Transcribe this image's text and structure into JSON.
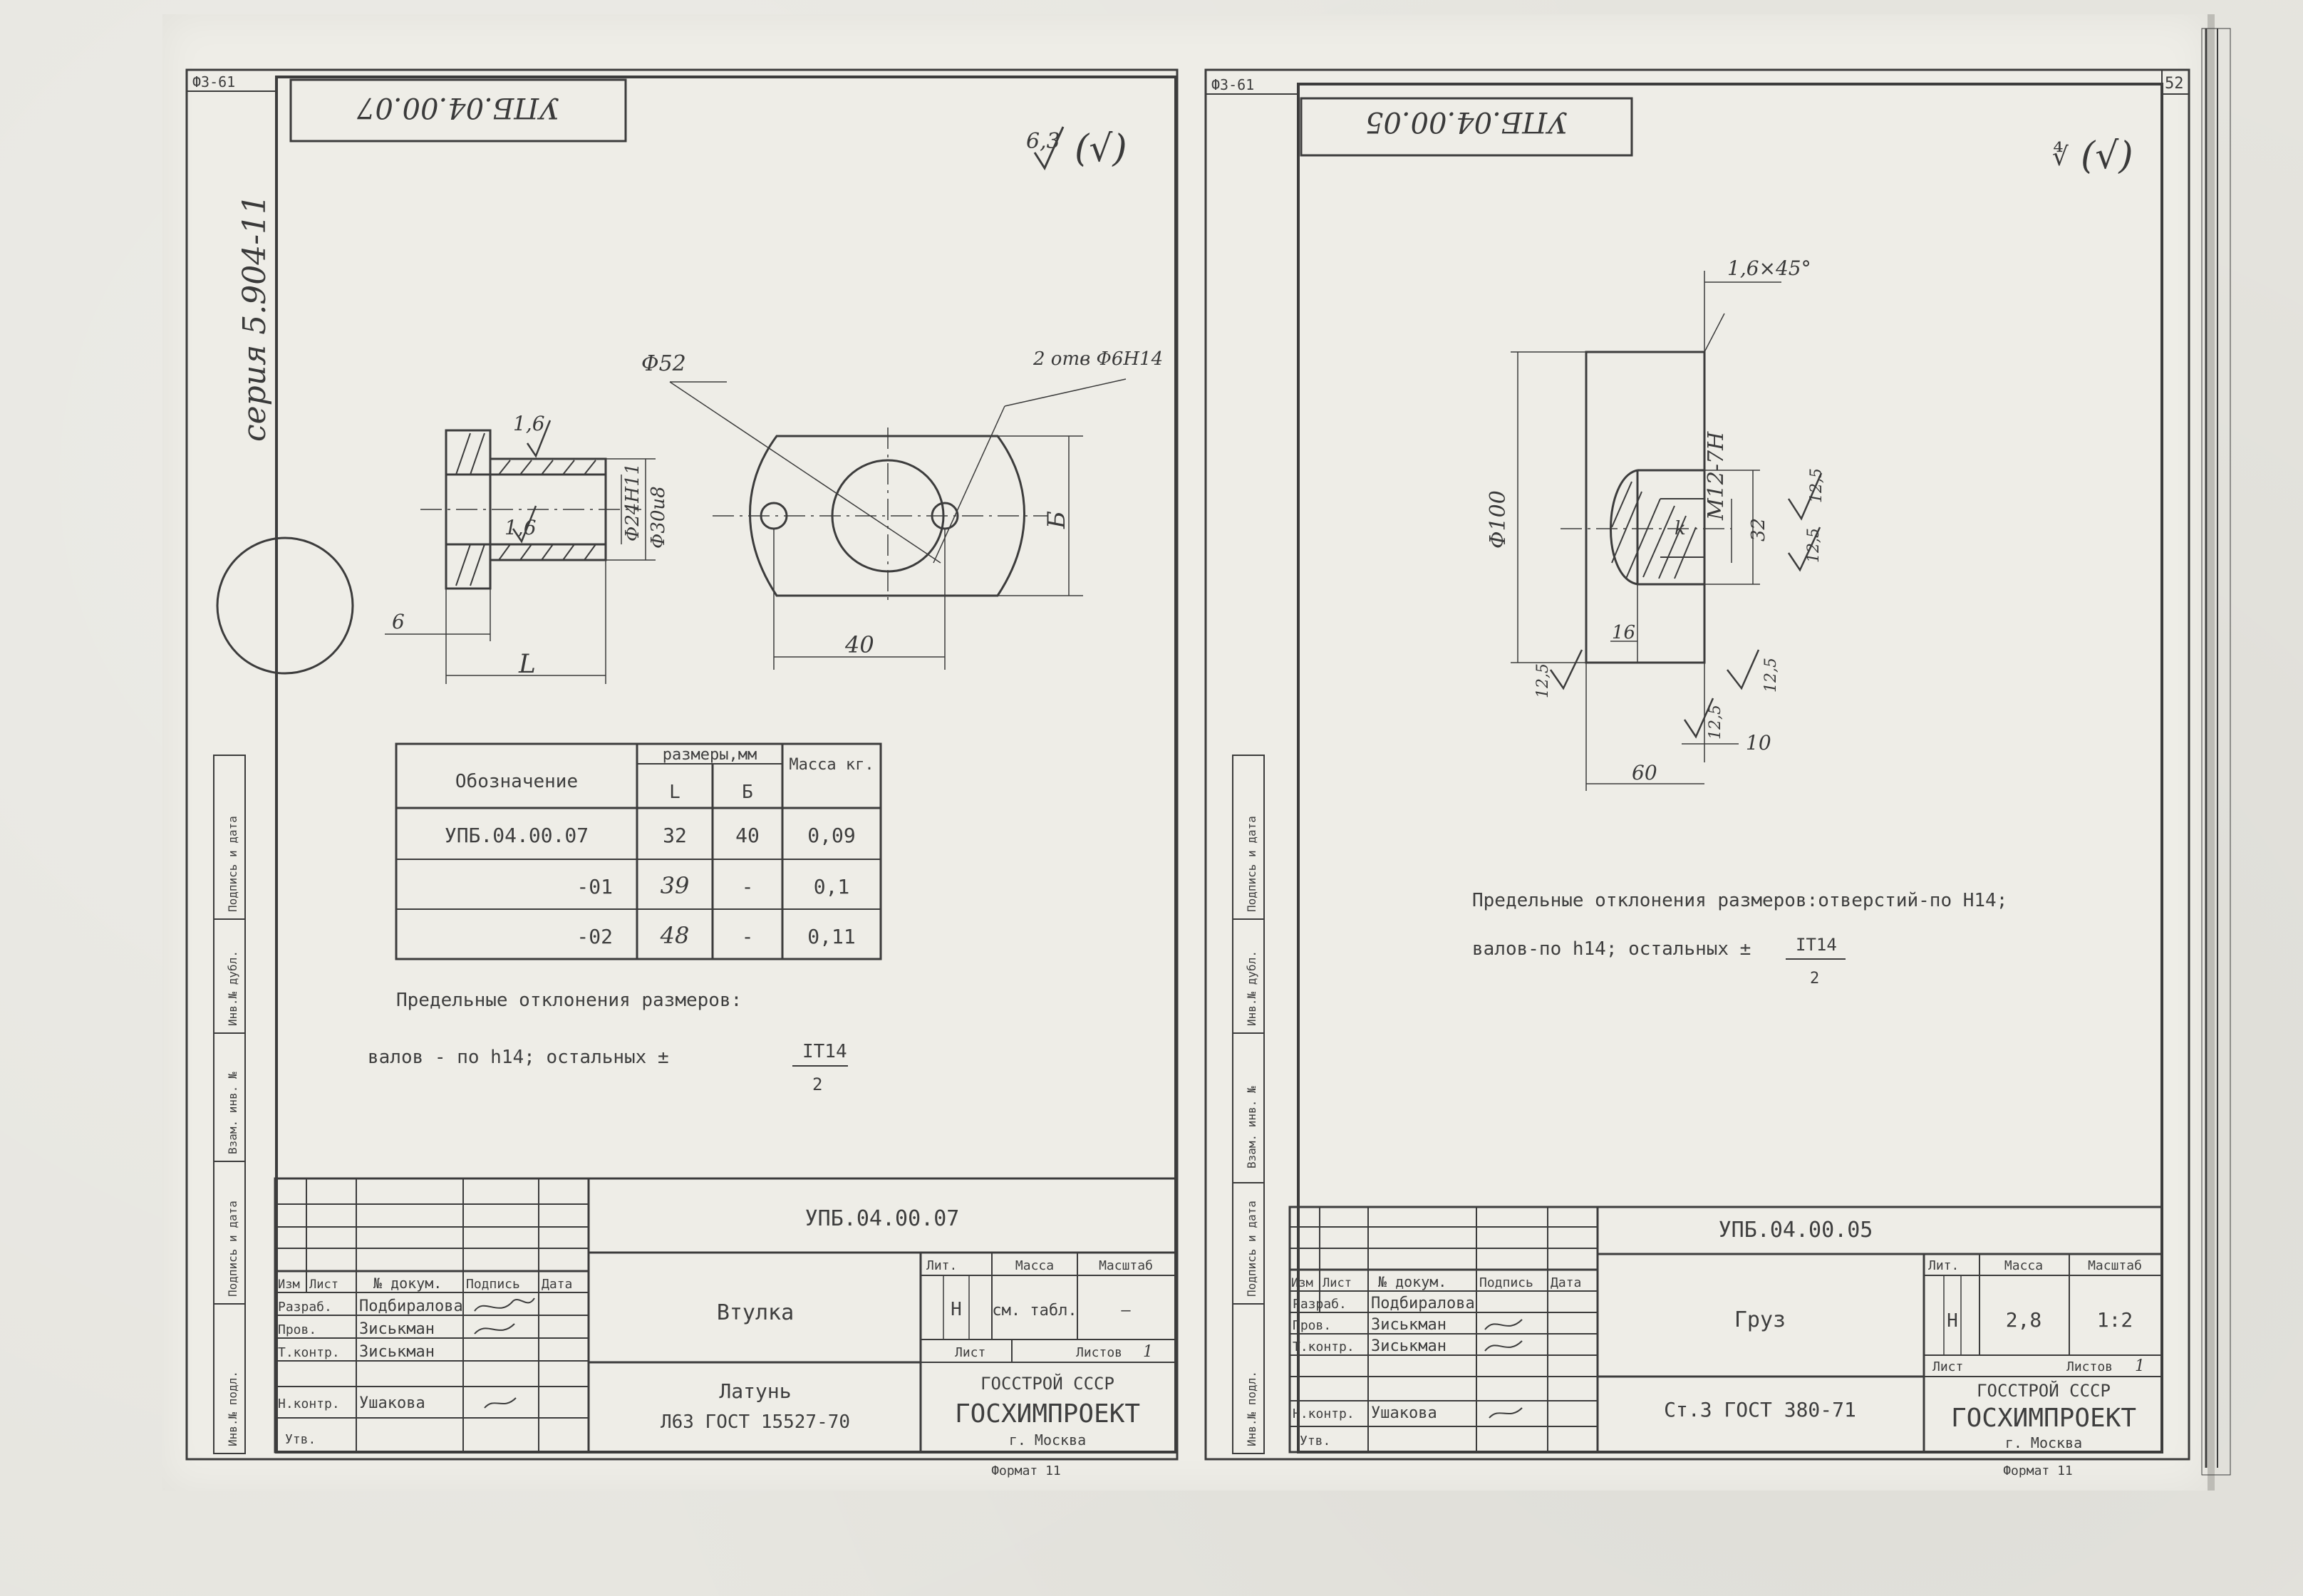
{
  "series_stamp": "серия 5.904-11",
  "sheets": [
    {
      "format_code": "Ф3-61",
      "top_code": "УПБ.04.00.07",
      "roughness_general": "6,3",
      "roughness_paren": "(√)",
      "dims": {
        "diam_52": "Φ52",
        "holes": "2 отв Φ6Н14",
        "roughness_16a": "1,6",
        "roughness_16b": "1,6",
        "d24": "Φ24Н11",
        "d30": "Φ30и8",
        "dim_6": "6",
        "dim_L": "L",
        "dim_B": "Б",
        "dim_40": "40"
      },
      "table": {
        "header_designation": "Обозначение",
        "header_sizes": "размеры,мм",
        "header_L": "L",
        "header_B": "Б",
        "header_mass": "Масса кг.",
        "rows": [
          {
            "designation": "УПБ.04.00.07",
            "L": "32",
            "B": "40",
            "mass": "0,09"
          },
          {
            "designation": "-01",
            "L": "39",
            "B": "-",
            "mass": "0,1"
          },
          {
            "designation": "-02",
            "L": "48",
            "B": "-",
            "mass": "0,11"
          }
        ]
      },
      "note_line1": "Предельные отклонения размеров:",
      "note_line2": "валов - по h14; остальных ±",
      "note_frac_num": "IT14",
      "note_frac_den": "2",
      "title_block": {
        "code": "УПБ.04.00.07",
        "name": "Втулка",
        "material_line1": "Латунь",
        "material_line2": "Л63 ГОСТ 15527-70",
        "col_izm": "Изм",
        "col_list": "Лист",
        "col_doc": "№ докум.",
        "col_sign": "Подпись",
        "col_date": "Дата",
        "role1": "Разраб.",
        "name1": "Подбиралова",
        "role2": "Пров.",
        "name2": "Зиськман",
        "role3": "Т.контр.",
        "name3": "Зиськман",
        "role4": "Н.контр.",
        "name4": "Ушакова",
        "role5": "Утв.",
        "lit_label": "Лит.",
        "lit_value": "Н",
        "mass_label": "Масса",
        "mass_value": "см. табл.",
        "scale_label": "Масштаб",
        "scale_value": "—",
        "sheet_label": "Лист",
        "sheets_label": "Листов",
        "sheets_value": "1",
        "org1": "ГОССТРОЙ СССР",
        "org2": "ГОСХИМПРОЕКТ",
        "org3": "г. Москва",
        "format": "Формат 11"
      },
      "side_labels": [
        "Подпись и дата",
        "Инв.№ дубл.",
        "Взам. инв. №",
        "Подпись и дата",
        "Инв.№ подл."
      ]
    },
    {
      "format_code": "Ф3-61",
      "sheet_number": "52",
      "top_code": "УПБ.04.00.05",
      "roughness_general": "∜",
      "roughness_paren": "(√)",
      "dims": {
        "chamfer": "1,6×45°",
        "thread": "М12-7Н",
        "d100": "Φ100",
        "r125a": "12,5",
        "r125b": "12,5",
        "r125c": "12,5",
        "r25a": "12,5",
        "r25b": "12,5",
        "dim_32": "32",
        "dim_16": "16",
        "dim_10": "10",
        "dim_60": "60",
        "dim_k": "k"
      },
      "note_line1": "Предельные отклонения размеров:отверстий-по Н14;",
      "note_line2": "валов-по h14; остальных ±",
      "note_frac_num": "IT14",
      "note_frac_den": "2",
      "title_block": {
        "code": "УПБ.04.00.05",
        "name": "Груз",
        "material": "Ст.3   ГОСТ 380-71",
        "col_izm": "Изм",
        "col_list": "Лист",
        "col_doc": "№ докум.",
        "col_sign": "Подпись",
        "col_date": "Дата",
        "role1": "Разраб.",
        "name1": "Подбиралова",
        "role2": "Пров.",
        "name2": "Зиськман",
        "role3": "Т.контр.",
        "name3": "Зиськман",
        "role4": "Н.контр.",
        "name4": "Ушакова",
        "role5": "Утв.",
        "lit_label": "Лит.",
        "lit_value": "Н",
        "mass_label": "Масса",
        "mass_value": "2,8",
        "scale_label": "Масштаб",
        "scale_value": "1:2",
        "sheet_label": "Лист",
        "sheets_label": "Листов",
        "sheets_value": "1",
        "org1": "ГОССТРОЙ СССР",
        "org2": "ГОСХИМПРОЕКТ",
        "org3": "г. Москва",
        "format": "Формат 11"
      },
      "side_labels": [
        "Подпись и дата",
        "Инв.№ дубл.",
        "Взам. инв. №",
        "Подпись и дата",
        "Инв.№ подл."
      ]
    }
  ]
}
